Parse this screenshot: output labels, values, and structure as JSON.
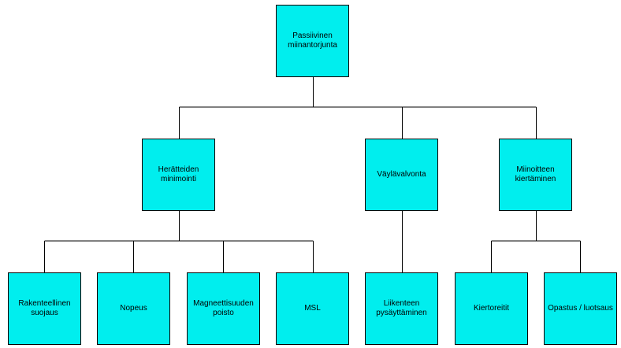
{
  "colors": {
    "node_fill": "#00EEEE",
    "node_border": "#000000",
    "connector": "#000000"
  },
  "diagram": {
    "root": {
      "label": "Passiivinen\nmiinantorjunta"
    },
    "level1": [
      {
        "label": "Herätteiden\nminimointi"
      },
      {
        "label": "Väylävalvonta"
      },
      {
        "label": "Miinoitteen\nkiertäminen"
      }
    ],
    "level2": [
      {
        "label": "Rakenteellinen\nsuojaus"
      },
      {
        "label": "Nopeus"
      },
      {
        "label": "Magneettisuuden\npoisto"
      },
      {
        "label": "MSL"
      },
      {
        "label": "Liikenteen\npysäyttäminen"
      },
      {
        "label": "Kiertoreitit"
      },
      {
        "label": "Opastus / luotsaus"
      }
    ]
  }
}
